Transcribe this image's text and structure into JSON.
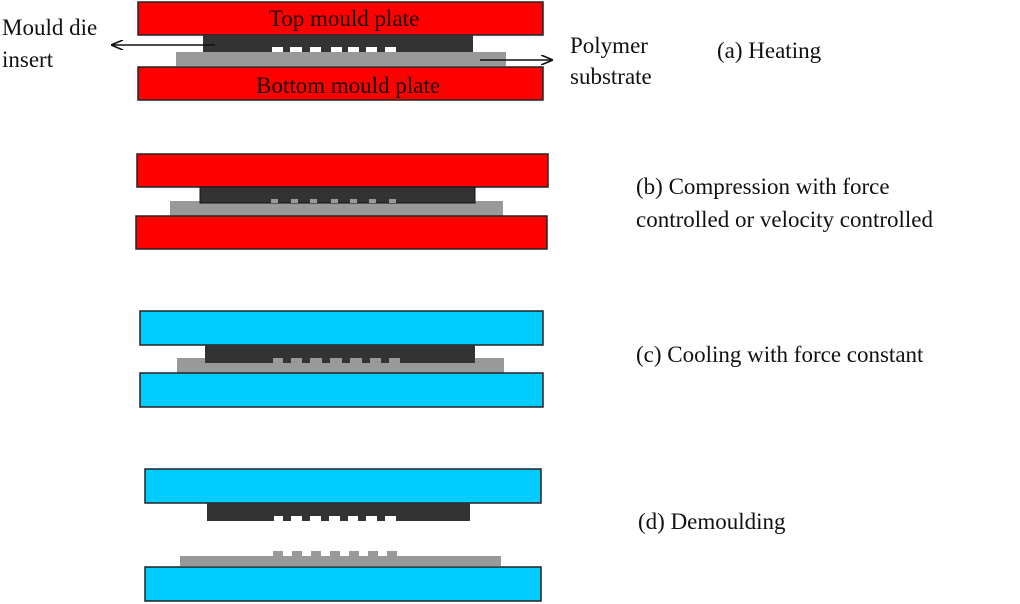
{
  "title": "Hot embossing process stages",
  "colors": {
    "hot_plate": "#ff0000",
    "cold_plate": "#00ccff",
    "die_insert": "#333333",
    "polymer_substrate": "#999999",
    "outline": "#222222"
  },
  "annotations": {
    "top_plate": "Top mould plate",
    "bottom_plate": "Bottom mould plate",
    "die_insert_line1": "Mould die",
    "die_insert_line2": "insert",
    "substrate_line1": "Polymer",
    "substrate_line2": "substrate"
  },
  "stages": [
    {
      "id": "a",
      "label": "(a) Heating",
      "label2": "",
      "plate_color": "hot"
    },
    {
      "id": "b",
      "label": "(b) Compression with force",
      "label2": "controlled or velocity controlled",
      "plate_color": "hot"
    },
    {
      "id": "c",
      "label": "(c) Cooling with force constant",
      "label2": "",
      "plate_color": "cold"
    },
    {
      "id": "d",
      "label": "(d) Demoulding",
      "label2": "",
      "plate_color": "cold"
    }
  ]
}
